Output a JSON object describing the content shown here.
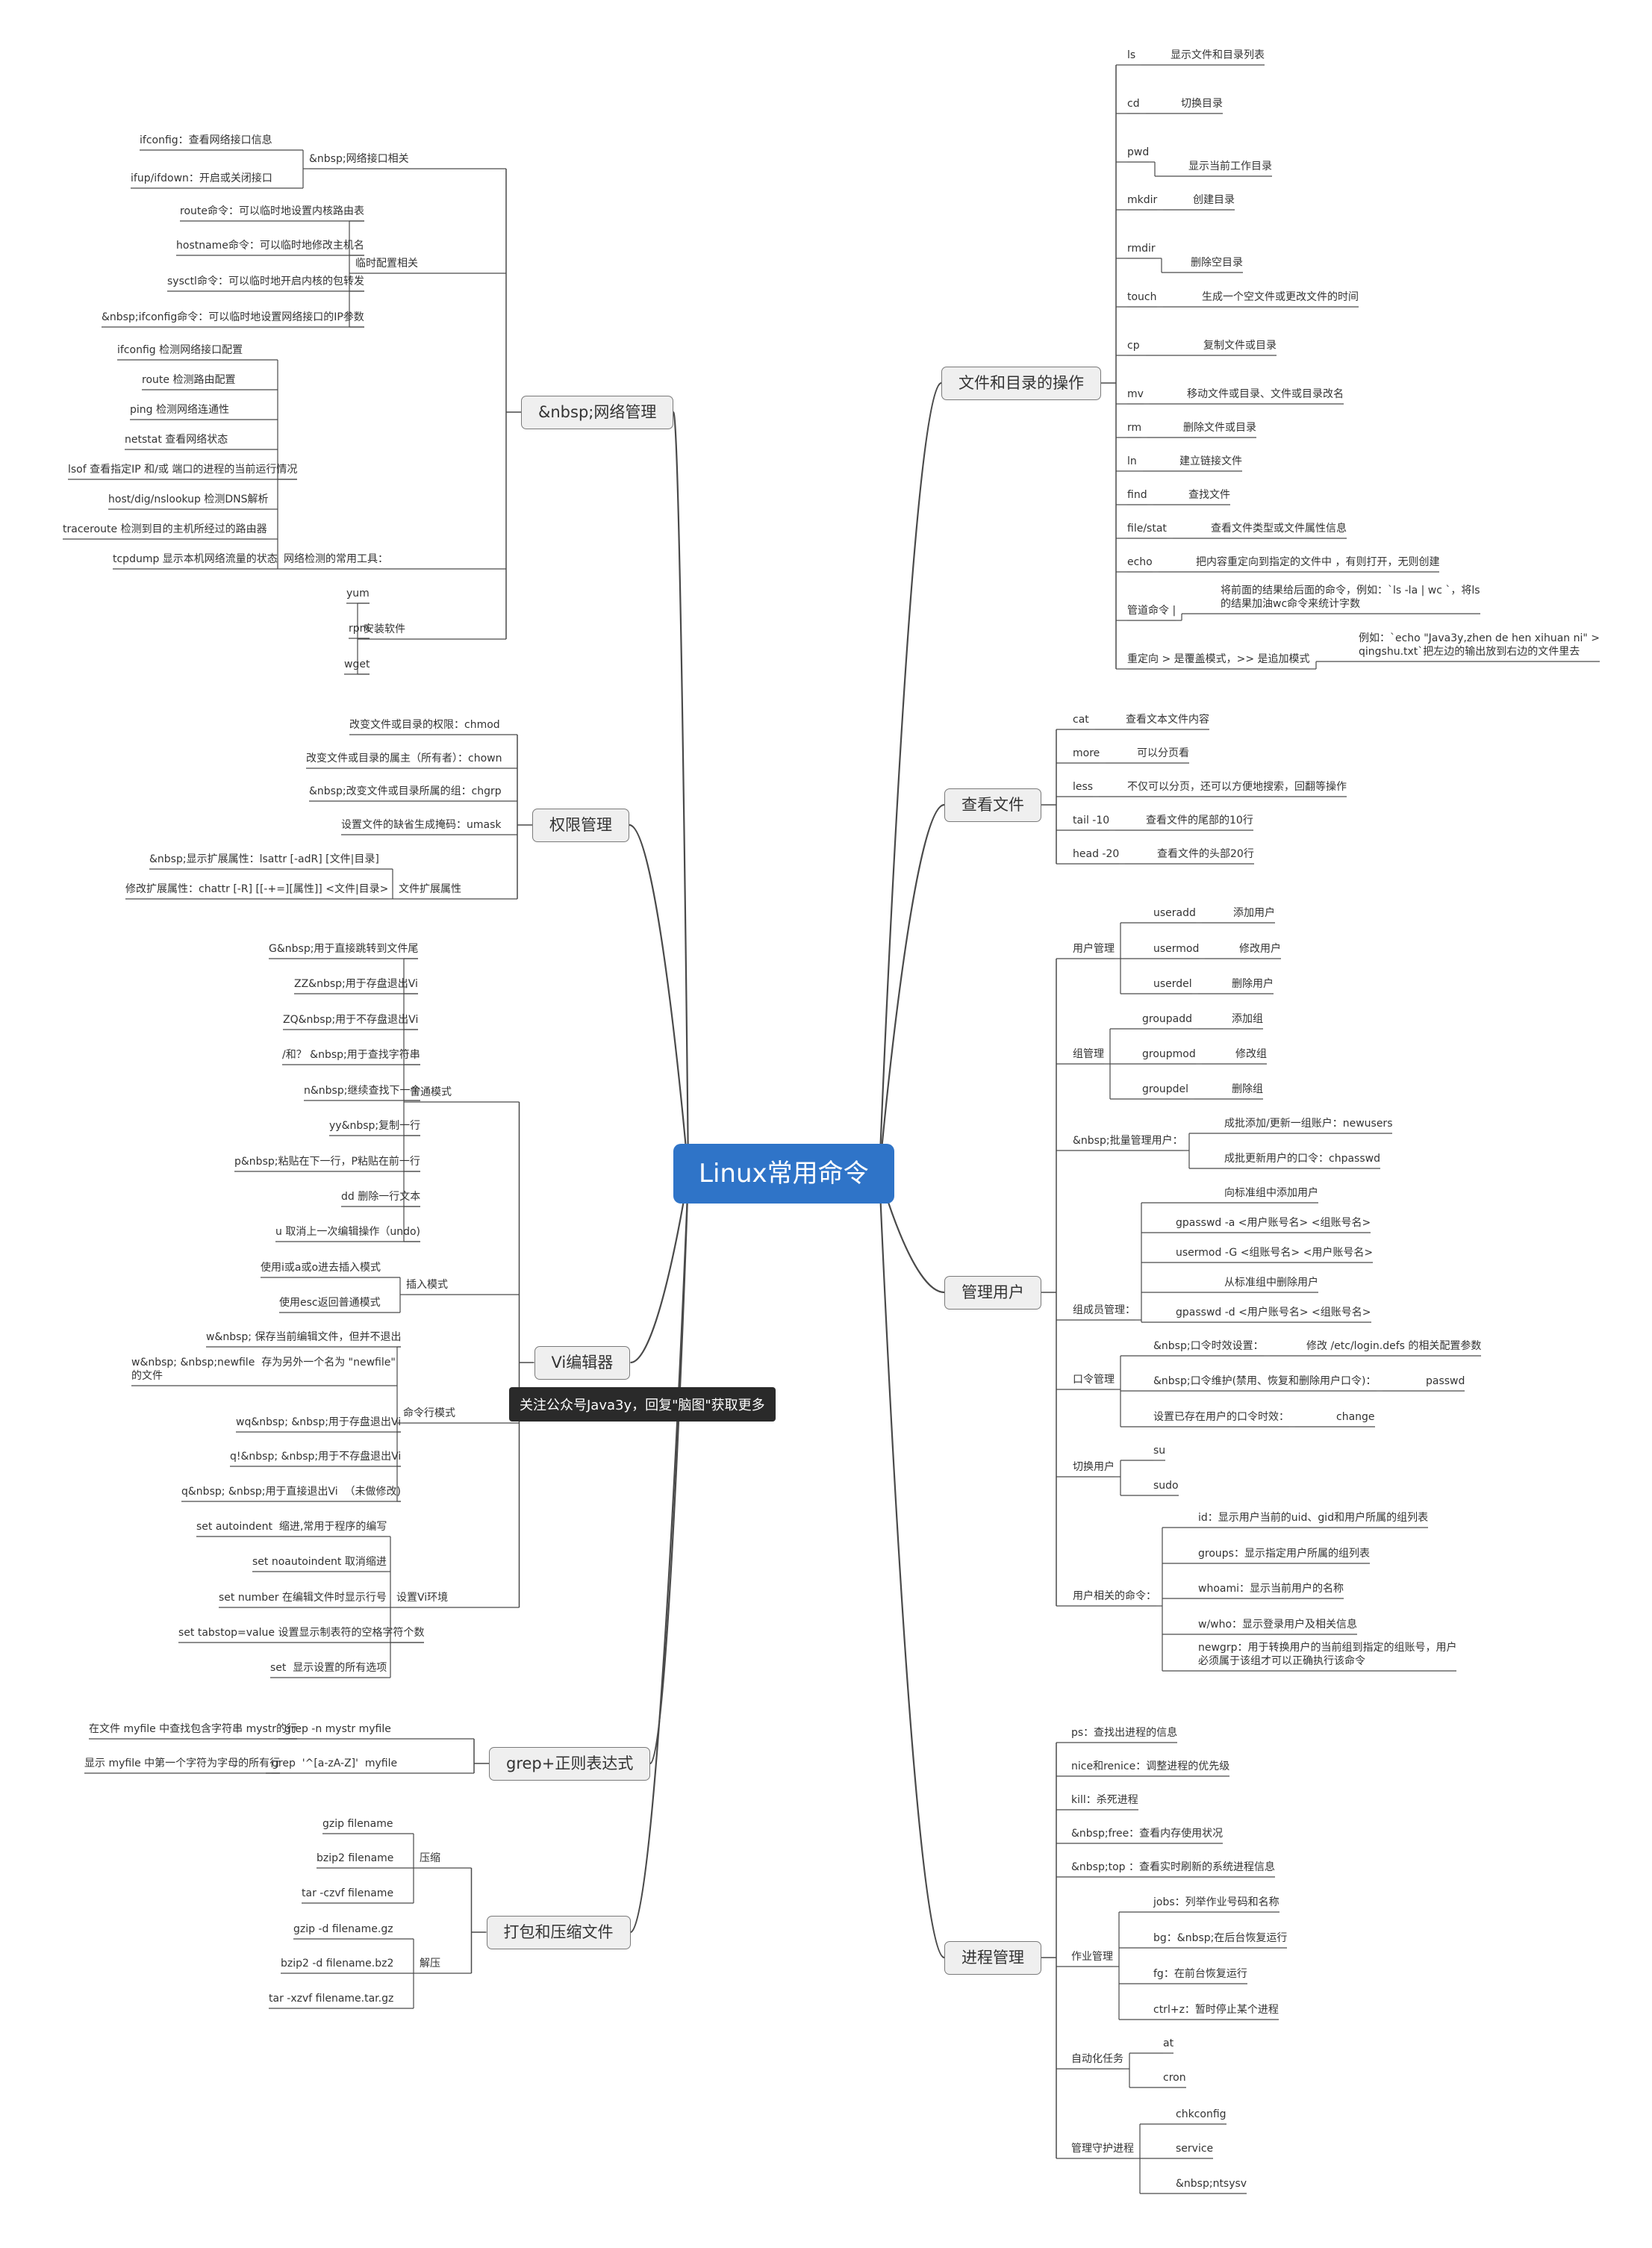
{
  "mindmap": {
    "root": "Linux常用命令",
    "banner": "关注公众号Java3y，回复\"脑图\"获取更多",
    "branches": [
      {
        "label": "&nbsp;网络管理",
        "children": [
          {
            "label": "&nbsp;网络接口相关",
            "children": [
              {
                "label": "ifconfig：查看网络接口信息"
              },
              {
                "label": "ifup/ifdown：开启或关闭接口"
              }
            ]
          },
          {
            "label": "临时配置相关",
            "children": [
              {
                "label": "route命令：可以临时地设置内核路由表"
              },
              {
                "label": "hostname命令：可以临时地修改主机名"
              },
              {
                "label": "sysctl命令：可以临时地开启内核的包转发"
              },
              {
                "label": "&nbsp;ifconfig命令：可以临时地设置网络接口的IP参数"
              }
            ]
          },
          {
            "label": "网络检测的常用工具：",
            "children": [
              {
                "label": "ifconfig 检测网络接口配置"
              },
              {
                "label": "route 检测路由配置"
              },
              {
                "label": "ping 检测网络连通性"
              },
              {
                "label": "netstat 查看网络状态"
              },
              {
                "label": "lsof 查看指定IP 和/或 端口的进程的当前运行情况"
              },
              {
                "label": "host/dig/nslookup 检测DNS解析"
              },
              {
                "label": "traceroute 检测到目的主机所经过的路由器"
              },
              {
                "label": "tcpdump 显示本机网络流量的状态"
              }
            ]
          },
          {
            "label": "安装软件",
            "children": [
              {
                "label": "yum"
              },
              {
                "label": "rpm"
              },
              {
                "label": "wget"
              }
            ]
          }
        ]
      },
      {
        "label": "权限管理",
        "children": [
          {
            "label": "改变文件或目录的权限：chmod"
          },
          {
            "label": "改变文件或目录的属主（所有者）：chown"
          },
          {
            "label": "&nbsp;改变文件或目录所属的组：chgrp"
          },
          {
            "label": "设置文件的缺省生成掩码：umask"
          },
          {
            "label": "文件扩展属性",
            "children": [
              {
                "label": "&nbsp;显示扩展属性：lsattr [-adR] [文件|目录]"
              },
              {
                "label": "修改扩展属性：chattr [-R] [[-+=][属性]] <文件|目录>"
              }
            ]
          }
        ]
      },
      {
        "label": "Vi编辑器",
        "children": [
          {
            "label": "普通模式",
            "children": [
              {
                "label": "G&nbsp;用于直接跳转到文件尾"
              },
              {
                "label": "ZZ&nbsp;用于存盘退出Vi"
              },
              {
                "label": "ZQ&nbsp;用于不存盘退出Vi"
              },
              {
                "label": "/和？ &nbsp;用于查找字符串"
              },
              {
                "label": "n&nbsp;继续查找下一个"
              },
              {
                "label": "yy&nbsp;复制一行"
              },
              {
                "label": "p&nbsp;粘贴在下一行，P粘贴在前一行"
              },
              {
                "label": "dd 删除一行文本"
              },
              {
                "label": "u 取消上一次编辑操作（undo)"
              }
            ]
          },
          {
            "label": "插入模式",
            "children": [
              {
                "label": "使用i或a或o进去插入模式"
              },
              {
                "label": "使用esc返回普通模式"
              }
            ]
          },
          {
            "label": "命令行模式",
            "children": [
              {
                "label": "w&nbsp; 保存当前编辑文件，但并不退出"
              },
              {
                "label": "w&nbsp; &nbsp;newfile  存为另外一个名为 \"newfile\"\n的文件"
              },
              {
                "label": "wq&nbsp; &nbsp;用于存盘退出Vi"
              },
              {
                "label": "q!&nbsp; &nbsp;用于不存盘退出Vi"
              },
              {
                "label": "q&nbsp; &nbsp;用于直接退出Vi  （未做修改)"
              }
            ]
          },
          {
            "label": "设置Vi环境",
            "children": [
              {
                "label": "set autoindent  缩进,常用于程序的编写"
              },
              {
                "label": "set noautoindent 取消缩进"
              },
              {
                "label": "set number 在编辑文件时显示行号"
              },
              {
                "label": "set tabstop=value 设置显示制表符的空格字符个数"
              },
              {
                "label": "set  显示设置的所有选项"
              }
            ]
          }
        ]
      },
      {
        "label": "grep+正则表达式",
        "children": [
          {
            "label": "grep -n mystr myfile",
            "children": [
              {
                "label": "在文件 myfile 中查找包含字符串 mystr的行"
              }
            ]
          },
          {
            "label": "grep  '^[a-zA-Z]'  myfile",
            "children": [
              {
                "label": "显示 myfile 中第一个字符为字母的所有行"
              }
            ]
          }
        ]
      },
      {
        "label": "打包和压缩文件",
        "children": [
          {
            "label": "压缩",
            "children": [
              {
                "label": "gzip filename"
              },
              {
                "label": "bzip2 filename"
              },
              {
                "label": "tar -czvf filename"
              }
            ]
          },
          {
            "label": "解压",
            "children": [
              {
                "label": "gzip -d filename.gz"
              },
              {
                "label": "bzip2 -d filename.bz2"
              },
              {
                "label": "tar -xzvf filename.tar.gz"
              }
            ]
          }
        ]
      },
      {
        "label": "文件和目录的操作",
        "children": [
          {
            "label": "ls",
            "children": [
              {
                "label": "显示文件和目录列表"
              }
            ]
          },
          {
            "label": "cd",
            "children": [
              {
                "label": "切换目录"
              }
            ]
          },
          {
            "label": "pwd",
            "children": [
              {
                "label": "显示当前工作目录"
              }
            ]
          },
          {
            "label": "mkdir",
            "children": [
              {
                "label": "创建目录"
              }
            ]
          },
          {
            "label": "rmdir",
            "children": [
              {
                "label": "删除空目录"
              }
            ]
          },
          {
            "label": "touch",
            "children": [
              {
                "label": "生成一个空文件或更改文件的时间"
              }
            ]
          },
          {
            "label": "cp",
            "children": [
              {
                "label": "复制文件或目录"
              }
            ]
          },
          {
            "label": "mv",
            "children": [
              {
                "label": "移动文件或目录、文件或目录改名"
              }
            ]
          },
          {
            "label": "rm",
            "children": [
              {
                "label": "删除文件或目录"
              }
            ]
          },
          {
            "label": "ln",
            "children": [
              {
                "label": "建立链接文件"
              }
            ]
          },
          {
            "label": "find",
            "children": [
              {
                "label": "查找文件"
              }
            ]
          },
          {
            "label": "file/stat",
            "children": [
              {
                "label": "查看文件类型或文件属性信息"
              }
            ]
          },
          {
            "label": "echo",
            "children": [
              {
                "label": "把内容重定向到指定的文件中 ，有则打开，无则创建"
              }
            ]
          },
          {
            "label": "管道命令 |",
            "children": [
              {
                "label": "将前面的结果给后面的命令，例如：`ls -la | wc `，将ls\n的结果加油wc命令来统计字数"
              }
            ]
          },
          {
            "label": "重定向 > 是覆盖模式，>> 是追加模式",
            "children": [
              {
                "label": "例如：`echo \"Java3y,zhen de hen xihuan ni\" >\nqingshu.txt`把左边的输出放到右边的文件里去"
              }
            ]
          }
        ]
      },
      {
        "label": "查看文件",
        "children": [
          {
            "label": "cat",
            "children": [
              {
                "label": "查看文本文件内容"
              }
            ]
          },
          {
            "label": "more",
            "children": [
              {
                "label": "可以分页看"
              }
            ]
          },
          {
            "label": "less",
            "children": [
              {
                "label": "不仅可以分页，还可以方便地搜索，回翻等操作"
              }
            ]
          },
          {
            "label": "tail -10",
            "children": [
              {
                "label": "查看文件的尾部的10行"
              }
            ]
          },
          {
            "label": "head -20",
            "children": [
              {
                "label": "查看文件的头部20行"
              }
            ]
          }
        ]
      },
      {
        "label": "管理用户",
        "children": [
          {
            "label": "用户管理",
            "children": [
              {
                "label": "useradd",
                "children": [
                  {
                    "label": "添加用户"
                  }
                ]
              },
              {
                "label": "usermod",
                "children": [
                  {
                    "label": "修改用户"
                  }
                ]
              },
              {
                "label": "userdel",
                "children": [
                  {
                    "label": "删除用户"
                  }
                ]
              }
            ]
          },
          {
            "label": "组管理",
            "children": [
              {
                "label": "groupadd",
                "children": [
                  {
                    "label": "添加组"
                  }
                ]
              },
              {
                "label": "groupmod",
                "children": [
                  {
                    "label": "修改组"
                  }
                ]
              },
              {
                "label": "groupdel",
                "children": [
                  {
                    "label": "删除组"
                  }
                ]
              }
            ]
          },
          {
            "label": "&nbsp;批量管理用户：",
            "children": [
              {
                "label": "成批添加/更新一组账户：newusers"
              },
              {
                "label": "成批更新用户的口令：chpasswd"
              }
            ]
          },
          {
            "label": "组成员管理：",
            "children": [
              {
                "label": "向标准组中添加用户"
              },
              {
                "label": "gpasswd -a <用户账号名> <组账号名>"
              },
              {
                "label": "usermod -G <组账号名> <用户账号名>"
              },
              {
                "label": "从标准组中删除用户"
              },
              {
                "label": "gpasswd -d <用户账号名> <组账号名>"
              }
            ]
          },
          {
            "label": "口令管理",
            "children": [
              {
                "label": "&nbsp;口令时效设置：",
                "children": [
                  {
                    "label": "修改 /etc/login.defs 的相关配置参数"
                  }
                ]
              },
              {
                "label": "&nbsp;口令维护(禁用、恢复和删除用户口令)：",
                "children": [
                  {
                    "label": "passwd"
                  }
                ]
              },
              {
                "label": "设置已存在用户的口令时效：",
                "children": [
                  {
                    "label": "change"
                  }
                ]
              }
            ]
          },
          {
            "label": "切换用户",
            "children": [
              {
                "label": "su"
              },
              {
                "label": "sudo"
              }
            ]
          },
          {
            "label": "用户相关的命令：",
            "children": [
              {
                "label": "id：显示用户当前的uid、gid和用户所属的组列表"
              },
              {
                "label": "groups：显示指定用户所属的组列表"
              },
              {
                "label": "whoami：显示当前用户的名称"
              },
              {
                "label": "w/who：显示登录用户及相关信息"
              },
              {
                "label": "newgrp：用于转换用户的当前组到指定的组账号，用户\n必须属于该组才可以正确执行该命令"
              }
            ]
          }
        ]
      },
      {
        "label": "进程管理",
        "children": [
          {
            "label": "ps：查找出进程的信息"
          },
          {
            "label": "nice和renice：调整进程的优先级"
          },
          {
            "label": "kill：杀死进程"
          },
          {
            "label": "&nbsp;free：查看内存使用状况"
          },
          {
            "label": "&nbsp;top ：查看实时刷新的系统进程信息"
          },
          {
            "label": "作业管理",
            "children": [
              {
                "label": "jobs：列举作业号码和名称"
              },
              {
                "label": "bg：&nbsp;在后台恢复运行"
              },
              {
                "label": "fg：在前台恢复运行"
              },
              {
                "label": "ctrl+z：暂时停止某个进程"
              }
            ]
          },
          {
            "label": "自动化任务",
            "children": [
              {
                "label": "at"
              },
              {
                "label": "cron"
              }
            ]
          },
          {
            "label": "管理守护进程",
            "children": [
              {
                "label": "chkconfig"
              },
              {
                "label": "service"
              },
              {
                "label": "&nbsp;ntsysv"
              }
            ]
          }
        ]
      }
    ]
  }
}
